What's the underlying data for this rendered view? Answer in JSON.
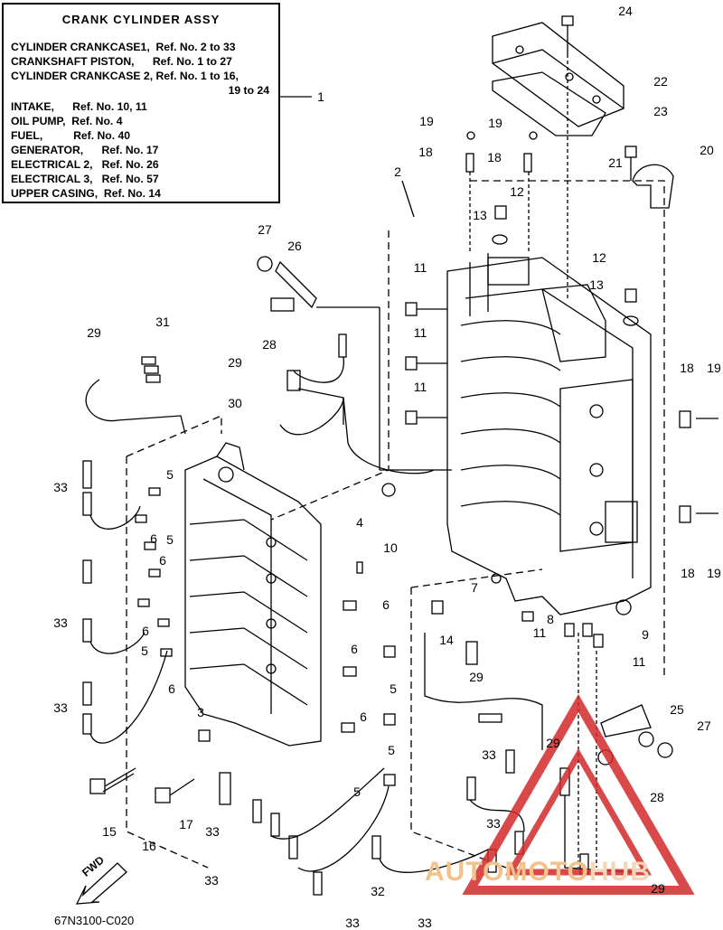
{
  "legend": {
    "title": "CRANK CYLINDER ASSY",
    "lines": [
      "CYLINDER CRANKCASE1,  Ref. No. 2 to 33",
      "CRANKSHAFT PISTON,      Ref. No. 1 to 27",
      "CYLINDER CRANKCASE 2, Ref. No. 1 to 16,",
      "19 to 24",
      "INTAKE,      Ref. No. 10, 11",
      "OIL PUMP,  Ref. No. 4",
      "FUEL,          Ref. No. 40",
      "GENERATOR,      Ref. No. 17",
      "ELECTRICAL 2,   Ref. No. 26",
      "ELECTRICAL 3,   Ref. No. 57",
      "UPPER CASING,  Ref. No. 14"
    ]
  },
  "callouts": [
    "1",
    "2",
    "3",
    "4",
    "5",
    "6",
    "7",
    "8",
    "9",
    "10",
    "11",
    "12",
    "13",
    "14",
    "15",
    "16",
    "17",
    "18",
    "19",
    "20",
    "21",
    "22",
    "23",
    "24",
    "25",
    "26",
    "27",
    "28",
    "29",
    "30",
    "31",
    "32",
    "33"
  ],
  "footer": {
    "code": "67N3100-C020"
  },
  "fwd_label": "FWD",
  "watermark": {
    "part1": "AUTOMOTO",
    "part2": "HUB"
  },
  "colors": {
    "line": "#000000",
    "watermark_red": "#d42a2a",
    "watermark_text": "#f3c28a"
  }
}
